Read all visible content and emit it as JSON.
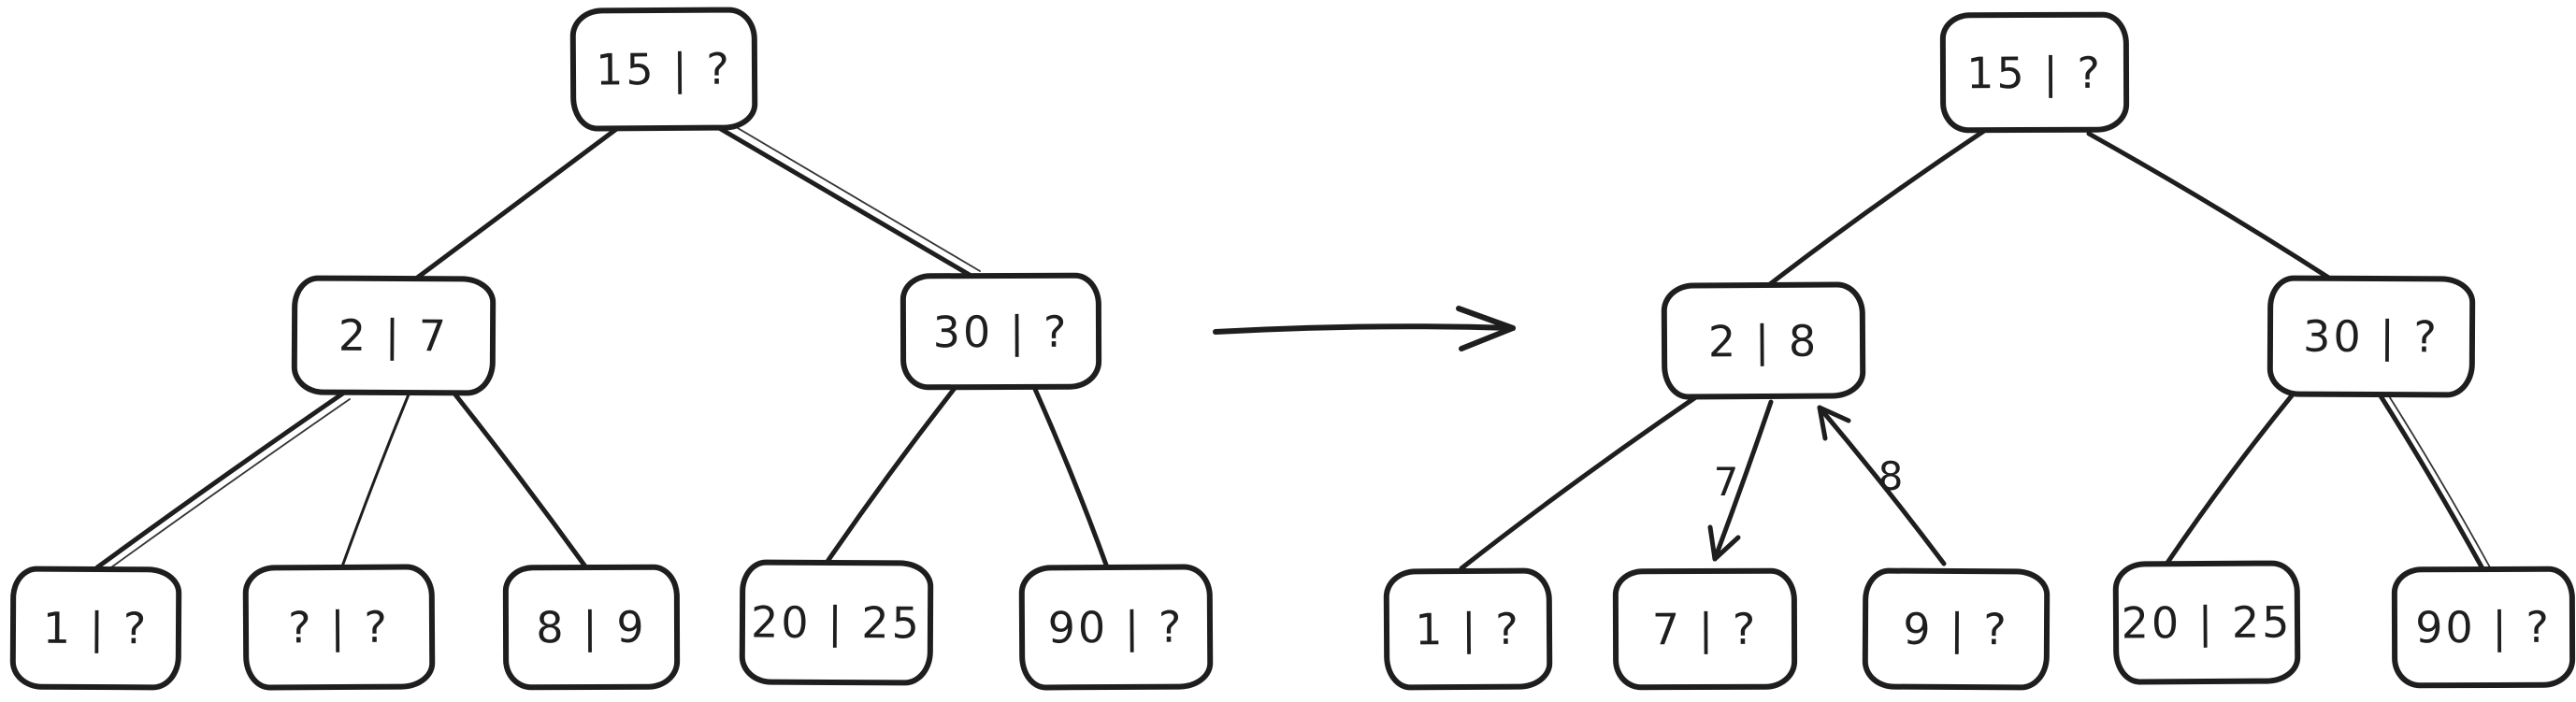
{
  "colors": {
    "ink": "#1e1e1e",
    "background": "#ffffff"
  },
  "left_tree": {
    "root": "15 | ?",
    "internal": [
      "2 | 7",
      "30 | ?"
    ],
    "leaves": [
      "1 | ?",
      "? | ?",
      "8 | 9",
      "20 | 25",
      "90 | ?"
    ]
  },
  "right_tree": {
    "root": "15 | ?",
    "internal": [
      "2 | 8",
      "30 | ?"
    ],
    "leaves": [
      "1 | ?",
      "7 | ?",
      "9 | ?",
      "20 | 25",
      "90 | ?"
    ]
  },
  "annotations": {
    "insert_labels": [
      "7",
      "8"
    ]
  }
}
